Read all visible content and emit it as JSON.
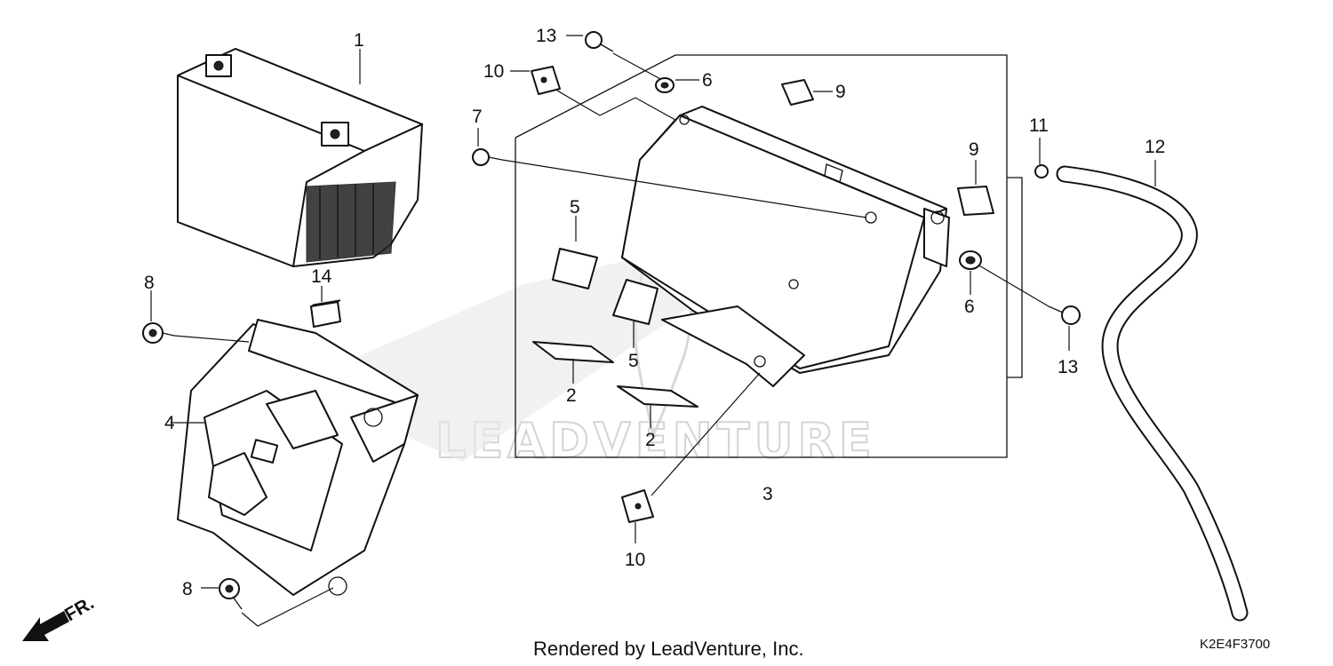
{
  "watermark": {
    "brand": "LEADVENTURE"
  },
  "parts": [
    {
      "ref": "1",
      "label": "1"
    },
    {
      "ref": "2a",
      "label": "2"
    },
    {
      "ref": "2b",
      "label": "2"
    },
    {
      "ref": "3",
      "label": "3"
    },
    {
      "ref": "4",
      "label": "4"
    },
    {
      "ref": "5a",
      "label": "5"
    },
    {
      "ref": "5b",
      "label": "5"
    },
    {
      "ref": "6a",
      "label": "6"
    },
    {
      "ref": "6b",
      "label": "6"
    },
    {
      "ref": "7",
      "label": "7"
    },
    {
      "ref": "8a",
      "label": "8"
    },
    {
      "ref": "8b",
      "label": "8"
    },
    {
      "ref": "9a",
      "label": "9"
    },
    {
      "ref": "9b",
      "label": "9"
    },
    {
      "ref": "10a",
      "label": "10"
    },
    {
      "ref": "10b",
      "label": "10"
    },
    {
      "ref": "11",
      "label": "11"
    },
    {
      "ref": "12",
      "label": "12"
    },
    {
      "ref": "13a",
      "label": "13"
    },
    {
      "ref": "13b",
      "label": "13"
    },
    {
      "ref": "14",
      "label": "14"
    }
  ],
  "direction": {
    "label": "FR.",
    "icon": "front-direction-arrow-icon"
  },
  "footer": {
    "credit": "Rendered by LeadVenture, Inc.",
    "diagram_code": "K2E4F3700"
  }
}
